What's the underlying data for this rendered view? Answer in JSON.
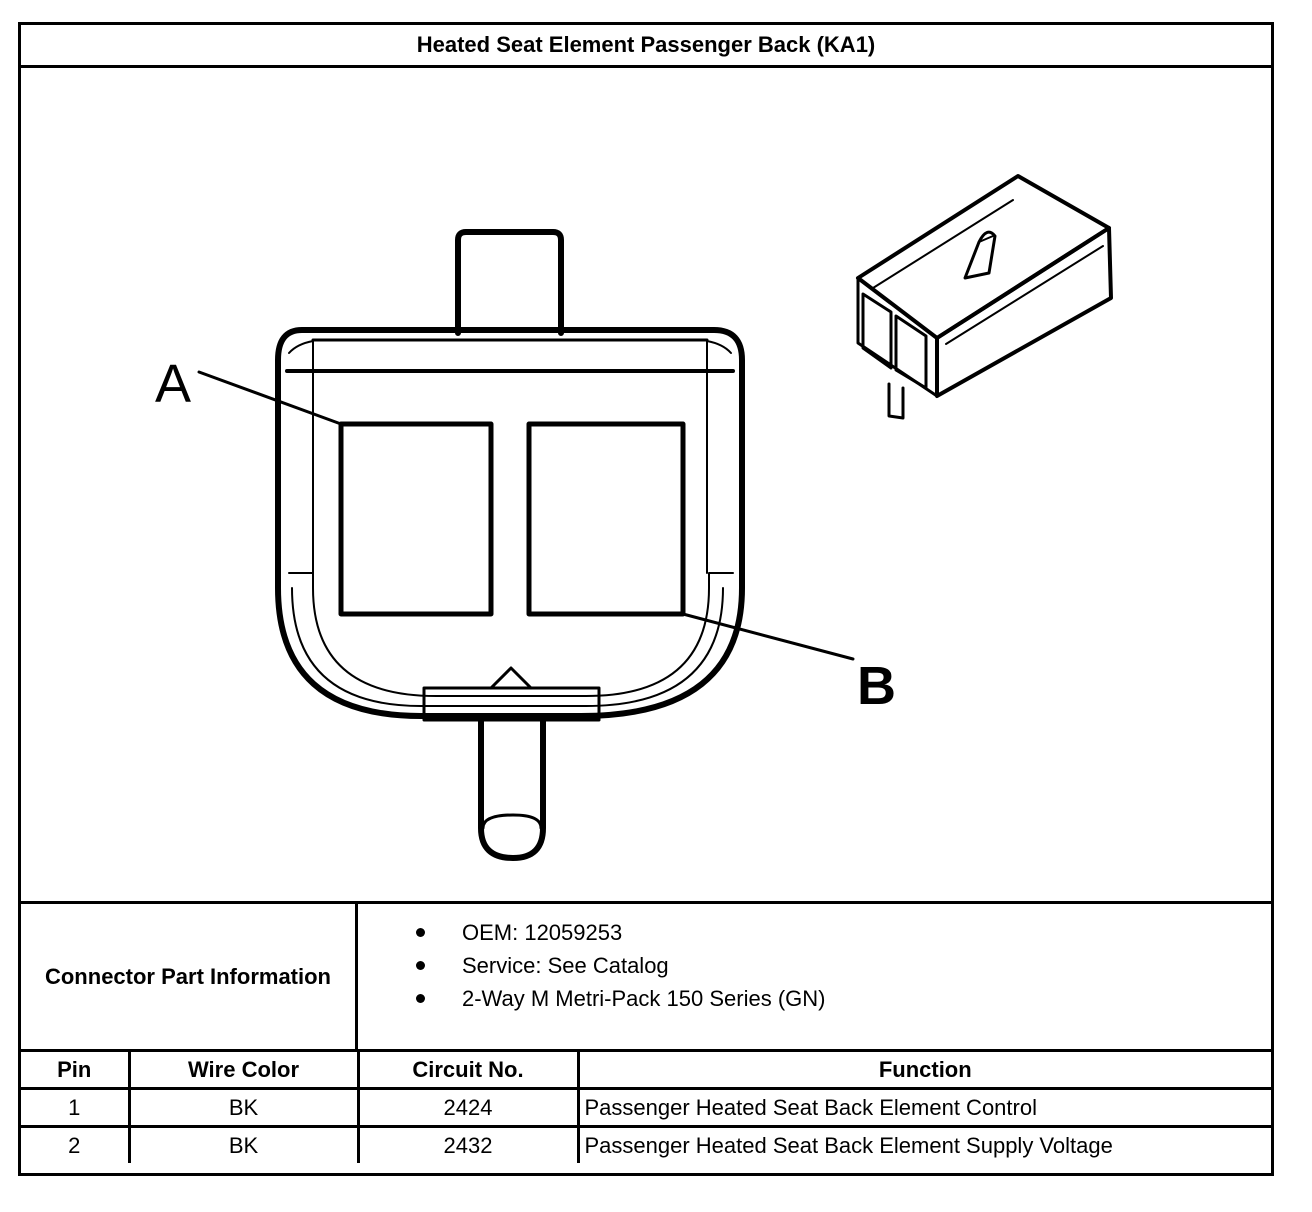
{
  "title": "Heated Seat Element Passenger Back (KA1)",
  "figure": {
    "callout_a": "A",
    "callout_b": "B"
  },
  "connector_info": {
    "label": "Connector Part Information",
    "items": [
      "OEM: 12059253",
      "Service: See Catalog",
      "2-Way M Metri-Pack 150 Series (GN)"
    ]
  },
  "pin_table": {
    "headers": [
      "Pin",
      "Wire Color",
      "Circuit No.",
      "Function"
    ],
    "rows": [
      [
        "1",
        "BK",
        "2424",
        "Passenger Heated Seat Back Element Control"
      ],
      [
        "2",
        "BK",
        "2432",
        "Passenger Heated Seat Back Element Supply Voltage"
      ]
    ]
  }
}
